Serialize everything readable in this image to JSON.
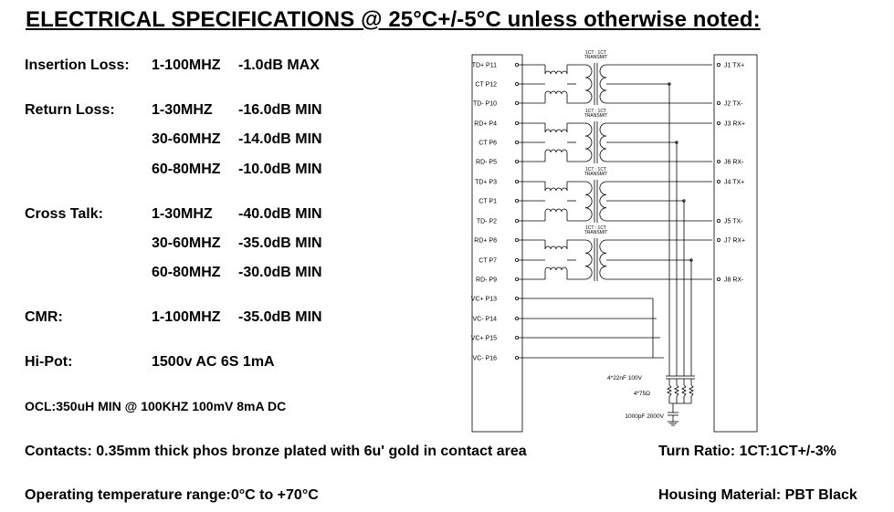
{
  "title": "ELECTRICAL SPECIFICATIONS @ 25°C+/-5°C unless otherwise noted:",
  "specs": {
    "insertion_loss": {
      "label": "Insertion Loss:",
      "rows": [
        {
          "range": "1-100MHZ",
          "value": "-1.0dB MAX"
        }
      ]
    },
    "return_loss": {
      "label": "Return Loss:",
      "rows": [
        {
          "range": "1-30MHZ",
          "value": "-16.0dB MIN"
        },
        {
          "range": "30-60MHZ",
          "value": "-14.0dB MIN"
        },
        {
          "range": "60-80MHZ",
          "value": "-10.0dB MIN"
        }
      ]
    },
    "cross_talk": {
      "label": "Cross Talk:",
      "rows": [
        {
          "range": "1-30MHZ",
          "value": "-40.0dB MIN"
        },
        {
          "range": "30-60MHZ",
          "value": "-35.0dB MIN"
        },
        {
          "range": "60-80MHZ",
          "value": "-30.0dB MIN"
        }
      ]
    },
    "cmr": {
      "label": "CMR:",
      "rows": [
        {
          "range": "1-100MHZ",
          "value": "-35.0dB MIN"
        }
      ]
    },
    "hipot": {
      "label": "Hi-Pot:",
      "value": "1500v AC 6S 1mA"
    },
    "ocl": "OCL:350uH MIN @ 100KHZ 100mV 8mA DC"
  },
  "footer": {
    "contacts": "Contacts: 0.35mm thick phos bronze plated with 6u' gold in contact area",
    "turn_ratio": "Turn Ratio: 1CT:1CT+/-3%",
    "temperature": "Operating temperature range:0°C to +70°C",
    "housing": "Housing Material: PBT Black"
  },
  "schematic": {
    "left_pins": [
      "TD+ P11",
      "CT P12",
      "TD- P10",
      "RD+ P4",
      "CT P6",
      "RD- P5",
      "TD+ P3",
      "CT P1",
      "TD- P2",
      "RD+ P8",
      "CT P7",
      "RD- P9",
      "VC+ P13",
      "VC- P14",
      "VC+ P15",
      "VC- P16"
    ],
    "right_pins": [
      "J1 TX+",
      "J2 TX-",
      "J3 RX+",
      "J6 RX-",
      "J4 TX+",
      "J5 TX-",
      "J7 RX+",
      "J8 RX-"
    ],
    "transformer_label_1": "1CT : 1CT",
    "transformer_label_2": "TRANSMIT",
    "cap_label": "4*22nF 100V",
    "res_label": "4*75Ω",
    "hv_cap_label": "1000pF 2000V"
  }
}
